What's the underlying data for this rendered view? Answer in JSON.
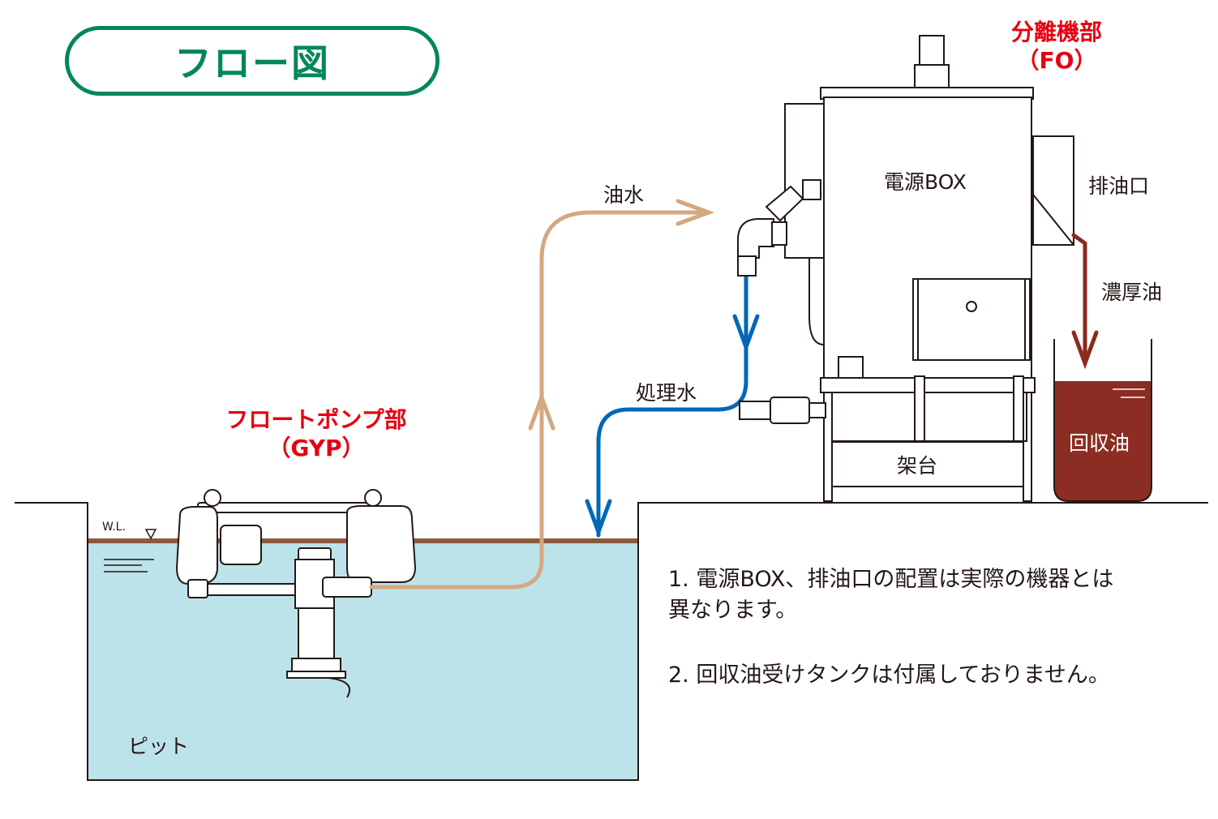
{
  "title": "フロー図",
  "labels": {
    "separator_name": "分離機部",
    "separator_code": "（FO）",
    "float_pump_name": "フロートポンプ部",
    "float_pump_code": "（GYP）",
    "power_box": "電源BOX",
    "drain_outlet": "排油口",
    "thick_oil": "濃厚油",
    "recovered_oil": "回収油",
    "oily_water": "油水",
    "treated_water": "処理水",
    "stand": "架台",
    "water_level": "W.L.",
    "pit": "ピット"
  },
  "notes": {
    "note1_line1": "1. 電源BOX、排油口の配置は実際の機器とは",
    "note1_line2": "異なります。",
    "note2": "2. 回収油受けタンクは付属しておりません。"
  },
  "colors": {
    "title_green": "#00875a",
    "label_red": "#e60012",
    "oily_water_pipe": "#d4a880",
    "treated_water_pipe": "#0068b7",
    "thick_oil_pipe": "#8b2a1e",
    "water_fill": "#bde3ea",
    "oil_film": "#8b5a3c",
    "recovered_oil_fill": "#8b2d23"
  }
}
